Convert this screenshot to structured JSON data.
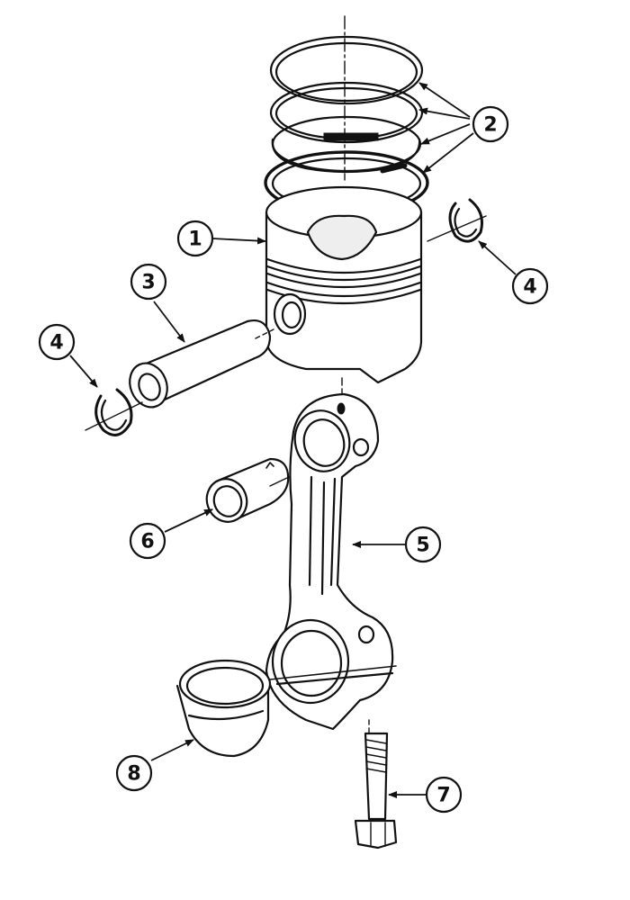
{
  "callouts": [
    {
      "id": "1",
      "part": "piston"
    },
    {
      "id": "2",
      "part": "piston-rings"
    },
    {
      "id": "3",
      "part": "piston-pin"
    },
    {
      "id": "4",
      "part": "retaining-ring"
    },
    {
      "id": "5",
      "part": "connecting-rod"
    },
    {
      "id": "6",
      "part": "bushing"
    },
    {
      "id": "7",
      "part": "bolt"
    },
    {
      "id": "8",
      "part": "bearing"
    }
  ],
  "labels": {
    "c1": "1",
    "c2": "2",
    "c3": "3",
    "c4a": "4",
    "c4b": "4",
    "c5": "5",
    "c6": "6",
    "c7": "7",
    "c8": "8"
  }
}
